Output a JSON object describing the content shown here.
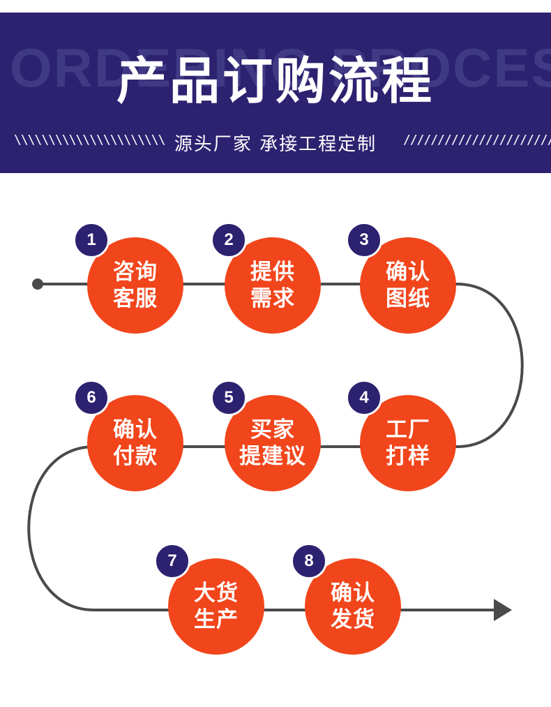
{
  "header": {
    "background_text": "ORDERING PROCESS",
    "title": "产品订购流程",
    "left_slashes": "\\\\\\\\\\\\\\\\\\\\\\\\\\\\\\\\\\\\\\\\\\\\",
    "subtitle": "源头厂家 承接工程定制",
    "right_slashes": "////////////////////////"
  },
  "steps": [
    {
      "number": "1",
      "line1": "咨询",
      "line2": "客服"
    },
    {
      "number": "2",
      "line1": "提供",
      "line2": "需求"
    },
    {
      "number": "3",
      "line1": "确认",
      "line2": "图纸"
    },
    {
      "number": "4",
      "line1": "工厂",
      "line2": "打样"
    },
    {
      "number": "5",
      "line1": "买家",
      "line2": "提建议"
    },
    {
      "number": "6",
      "line1": "确认",
      "line2": "付款"
    },
    {
      "number": "7",
      "line1": "大货",
      "line2": "生产"
    },
    {
      "number": "8",
      "line1": "确认",
      "line2": "发货"
    }
  ],
  "colors": {
    "header_bg": "#2c2270",
    "circle": "#f1451b",
    "badge": "#2c2270",
    "line": "#4a4a4a"
  }
}
